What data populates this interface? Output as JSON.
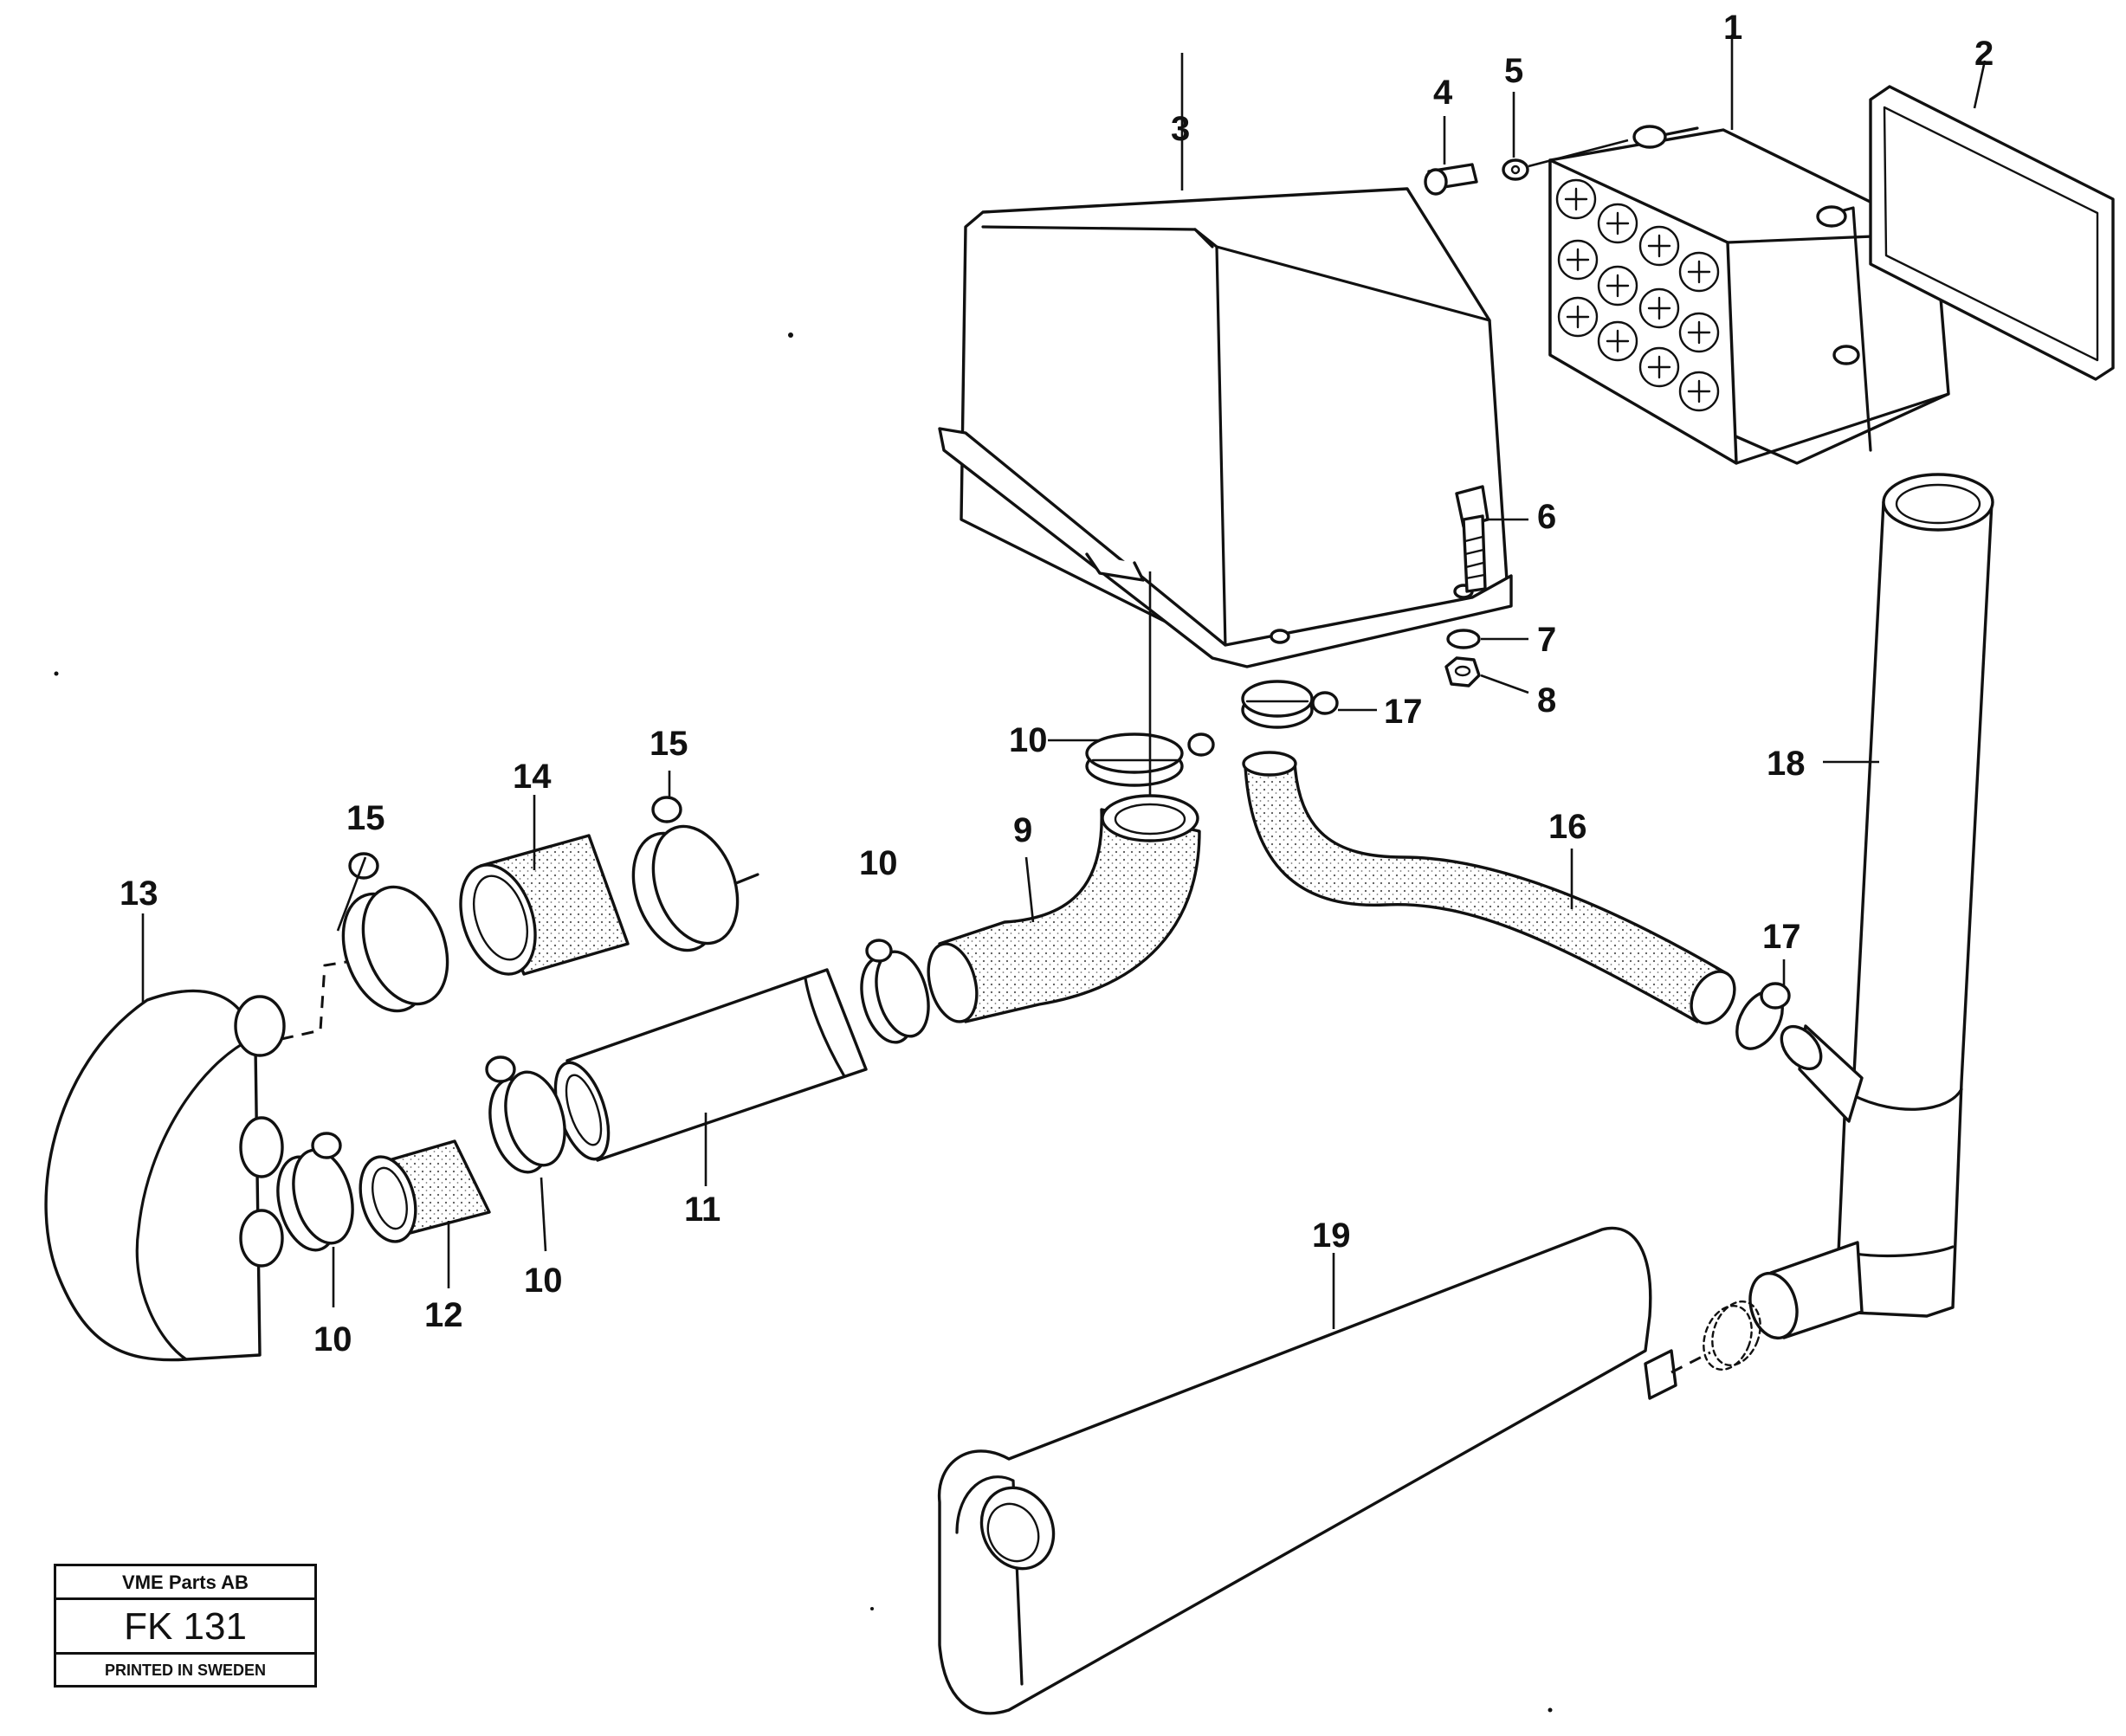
{
  "callouts": {
    "c1": "1",
    "c2": "2",
    "c3": "3",
    "c4": "4",
    "c5": "5",
    "c6": "6",
    "c7": "7",
    "c8": "8",
    "c9": "9",
    "c10a": "10",
    "c10b": "10",
    "c10c": "10",
    "c10d": "10",
    "c11": "11",
    "c12": "12",
    "c13": "13",
    "c14": "14",
    "c15a": "15",
    "c15b": "15",
    "c16": "16",
    "c17a": "17",
    "c17b": "17",
    "c18": "18",
    "c19": "19"
  },
  "title_block": {
    "company": "VME Parts AB",
    "code": "FK 131",
    "printed": "PRINTED IN SWEDEN"
  }
}
